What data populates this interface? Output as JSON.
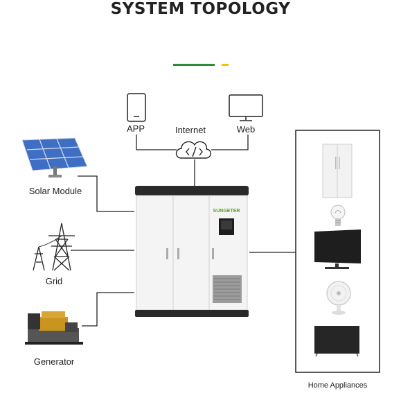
{
  "title": "SYSTEM TOPOLOGY",
  "colors": {
    "accent_green": "#2e8b3a",
    "accent_yellow": "#f2c300",
    "line": "#222222",
    "panel_blue": "#3f6fc4"
  },
  "nodes": {
    "app": {
      "label": "APP",
      "icon": "smartphone-icon"
    },
    "internet": {
      "label": "Internet",
      "icon": "cloud-code-icon"
    },
    "web": {
      "label": "Web",
      "icon": "monitor-icon"
    },
    "solar": {
      "label": "Solar Module",
      "icon": "solar-panel-icon"
    },
    "grid": {
      "label": "Grid",
      "icon": "power-tower-icon"
    },
    "generator": {
      "label": "Generator",
      "icon": "generator-icon"
    },
    "cabinet": {
      "brand": "SUNGETER",
      "icon": "energy-storage-cabinet-icon"
    },
    "appliances": {
      "label": "Home Appliances",
      "items": [
        "refrigerator-icon",
        "light-bulb-icon",
        "monitor-icon",
        "fan-icon",
        "tv-icon"
      ]
    }
  }
}
